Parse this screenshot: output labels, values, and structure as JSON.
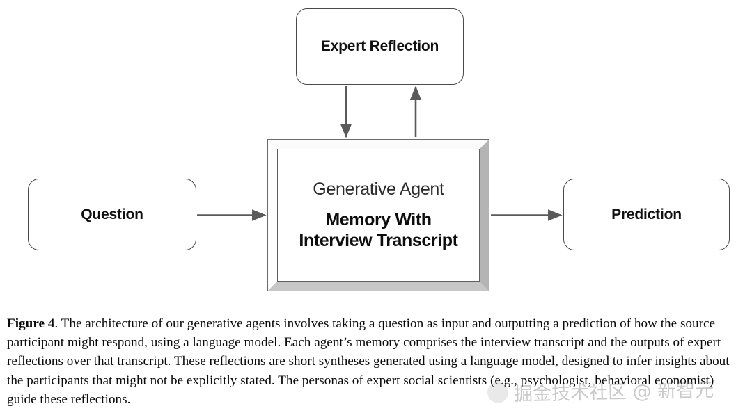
{
  "figure": {
    "nodes": {
      "expert_reflection": "Expert Reflection",
      "question": "Question",
      "prediction": "Prediction",
      "agent_title": "Generative Agent",
      "agent_line1": "Memory With",
      "agent_line2": "Interview Transcript"
    },
    "arrows": [
      {
        "name": "question-to-agent",
        "direction": "right"
      },
      {
        "name": "agent-to-prediction",
        "direction": "right"
      },
      {
        "name": "expert-reflection-to-agent",
        "direction": "down"
      },
      {
        "name": "agent-to-expert-reflection",
        "direction": "up"
      }
    ],
    "colors": {
      "stroke": "#4a4a4a",
      "arrow": "#5a5a5a",
      "bevel_light": "#fbfbfb",
      "bevel_dark": "#bcbcbc",
      "text": "#111111"
    }
  },
  "caption": {
    "lead": "Figure 4",
    "body": ". The architecture of our generative agents involves taking a question as input and outputting a prediction of how the source participant might respond, using a language model. Each agent’s memory comprises the interview transcript and the outputs of expert reflections over that transcript. These reflections are short syntheses generated using a language model, designed to infer insights about the participants that might not be explicitly stated. The personas of expert social scientists (e.g., psychologist, behavioral economist) guide these reflections."
  },
  "watermark": {
    "text": "掘金技术社区 @ 新智元"
  }
}
